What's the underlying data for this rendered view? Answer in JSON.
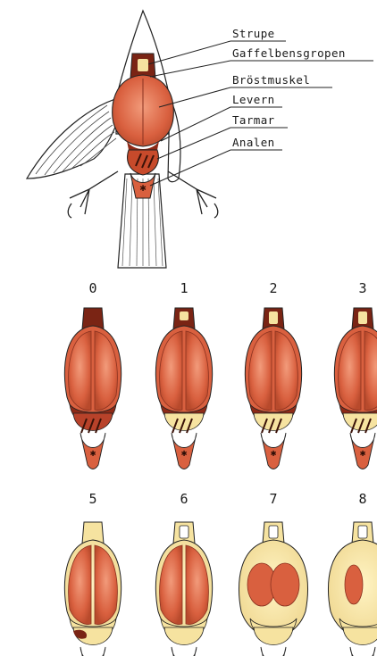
{
  "labels": {
    "strupe": "Strupe",
    "gaffelbensgropen": "Gaffelbensgropen",
    "brostmuskel": "Bröstmuskel",
    "levern": "Levern",
    "tarmar": "Tarmar",
    "analen": "Analen"
  },
  "scores": [
    "0",
    "1",
    "2",
    "3",
    "5",
    "6",
    "7",
    "8"
  ],
  "colors": {
    "muscle": "#d9603f",
    "muscle_light": "#ec8a66",
    "liver": "#8e2a17",
    "throat": "#7a2414",
    "fat": "#f6e3a0",
    "outline": "#222222"
  }
}
